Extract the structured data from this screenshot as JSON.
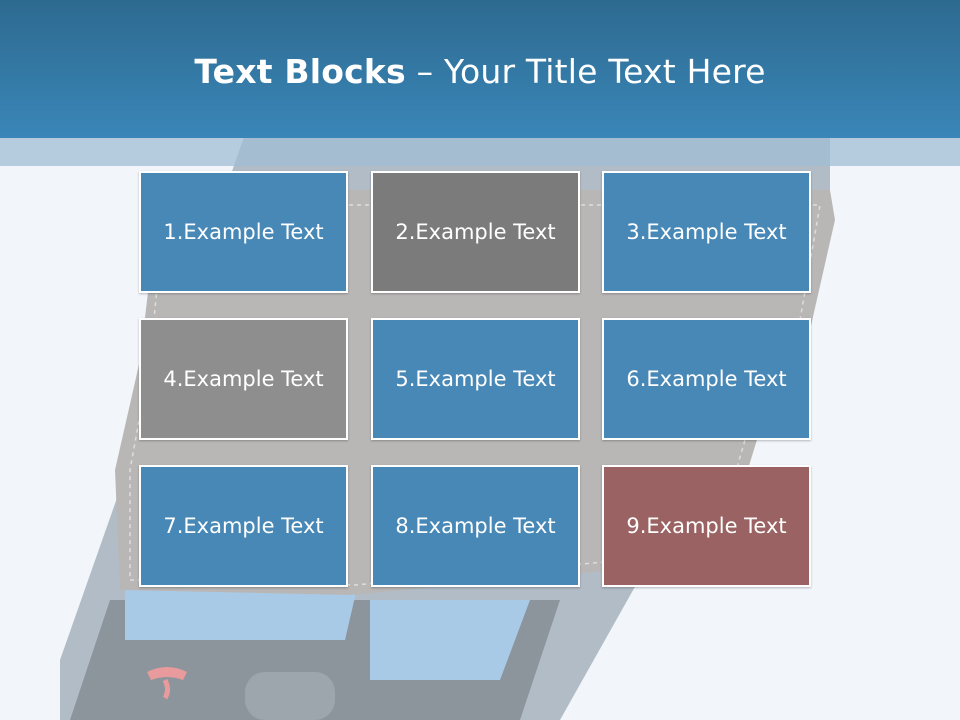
{
  "slide": {
    "title_bold": "Text Blocks",
    "title_dash": " – ",
    "title_rest": "Your Title Text Here"
  },
  "blocks": [
    {
      "label": "1.Example Text",
      "color": "#4788b6"
    },
    {
      "label": "2.Example Text",
      "color": "#7b7b7b"
    },
    {
      "label": "3.Example Text",
      "color": "#4788b6"
    },
    {
      "label": "4.Example Text",
      "color": "#8e8e8e"
    },
    {
      "label": "5.Example Text",
      "color": "#4788b6"
    },
    {
      "label": "6.Example Text",
      "color": "#4788b6"
    },
    {
      "label": "7.Example Text",
      "color": "#4788b6"
    },
    {
      "label": "8.Example Text",
      "color": "#4788b6"
    },
    {
      "label": "9.Example Text",
      "color": "#9a6262"
    }
  ],
  "colors": {
    "header": "#3a86b8",
    "accent_blue": "#4788b6",
    "accent_red": "#9a6262"
  }
}
